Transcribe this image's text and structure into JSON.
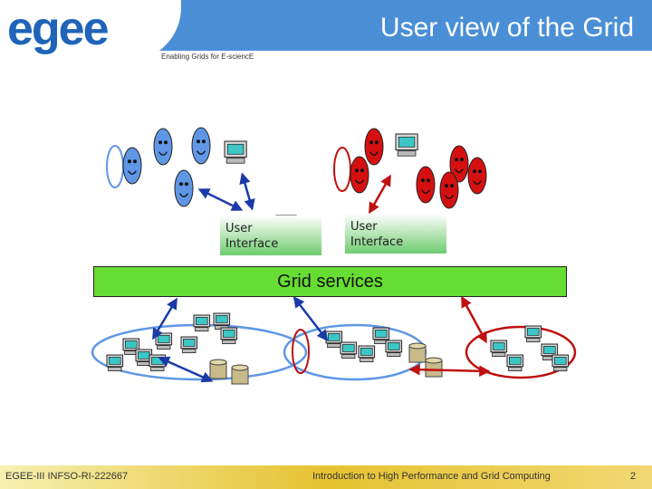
{
  "header": {
    "logo_text": "egee",
    "title": "User view of the Grid",
    "tagline": "Enabling Grids for E-sciencE"
  },
  "diagram": {
    "user_interface_left": "User\nInterface",
    "user_interface_right": "User\nInterface",
    "grid_services": "Grid services"
  },
  "footer": {
    "left": "EGEE-III INFSO-RI-222667",
    "center": "Introduction to High Performance and Grid Computing",
    "page": "2"
  },
  "colors": {
    "header_blue": "#4a8fd6",
    "blue_users": "#5f97e6",
    "red_users": "#d61010",
    "grid_green": "#66dd33"
  },
  "icons": [
    "user-face-icon",
    "computer-icon",
    "database-icon",
    "double-arrow-icon"
  ]
}
